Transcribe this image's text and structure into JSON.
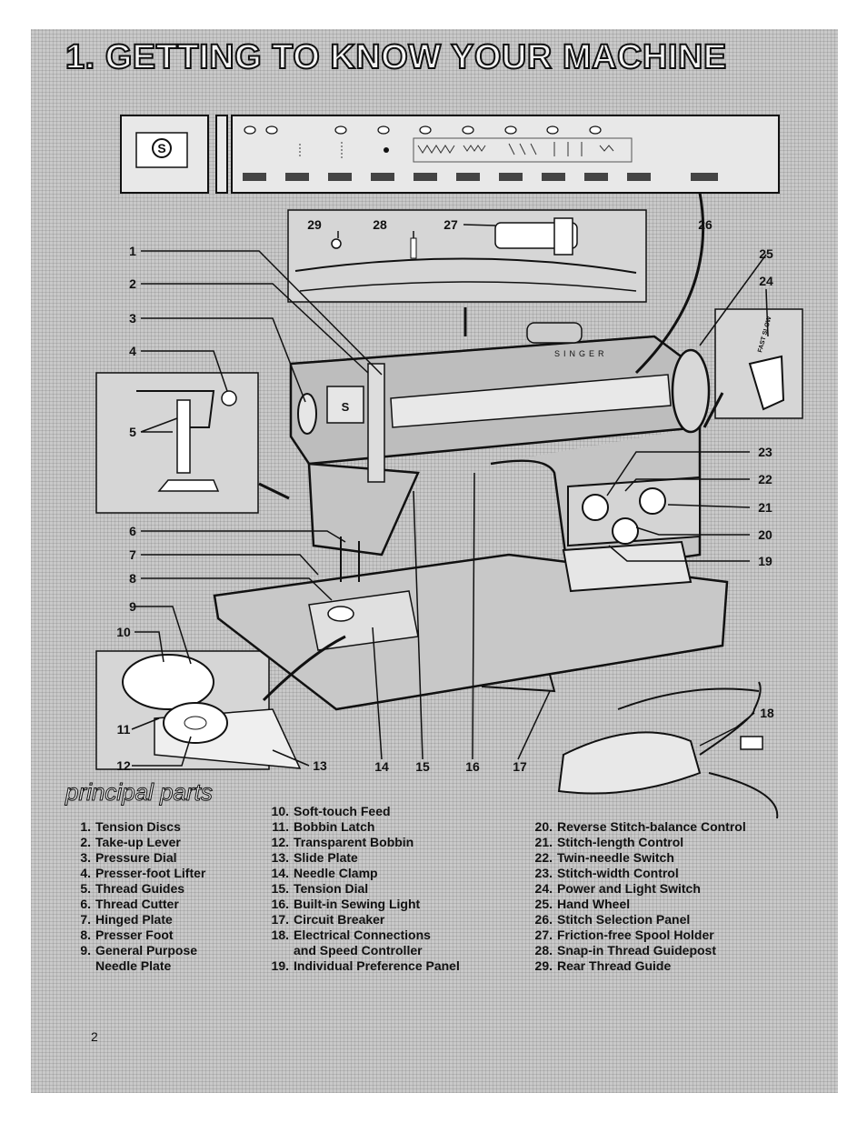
{
  "page": {
    "title": "1. GETTING TO KNOW YOUR MACHINE",
    "section_heading": "principal parts",
    "page_number": "2",
    "brand_mark": "S",
    "brand_name": "SINGER"
  },
  "callouts": [
    "1",
    "2",
    "3",
    "4",
    "5",
    "6",
    "7",
    "8",
    "9",
    "10",
    "11",
    "12",
    "13",
    "14",
    "15",
    "16",
    "17",
    "18",
    "19",
    "20",
    "21",
    "22",
    "23",
    "24",
    "25",
    "26",
    "27",
    "28",
    "29"
  ],
  "switch_label": "FAST SLOW",
  "parts": {
    "col1": [
      {
        "num": "1.",
        "text": "Tension Discs"
      },
      {
        "num": "2.",
        "text": "Take-up Lever"
      },
      {
        "num": "3.",
        "text": "Pressure Dial"
      },
      {
        "num": "4.",
        "text": "Presser-foot Lifter"
      },
      {
        "num": "5.",
        "text": "Thread Guides"
      },
      {
        "num": "6.",
        "text": "Thread Cutter"
      },
      {
        "num": "7.",
        "text": "Hinged Plate"
      },
      {
        "num": "8.",
        "text": "Presser Foot"
      },
      {
        "num": "9.",
        "text": "General Purpose"
      },
      {
        "num": "",
        "text": "Needle Plate"
      }
    ],
    "col2": [
      {
        "num": "10.",
        "text": "Soft-touch Feed"
      },
      {
        "num": "11.",
        "text": "Bobbin Latch"
      },
      {
        "num": "12.",
        "text": "Transparent Bobbin"
      },
      {
        "num": "13.",
        "text": "Slide Plate"
      },
      {
        "num": "14.",
        "text": "Needle Clamp"
      },
      {
        "num": "15.",
        "text": "Tension Dial"
      },
      {
        "num": "16.",
        "text": "Built-in Sewing Light"
      },
      {
        "num": "17.",
        "text": "Circuit Breaker"
      },
      {
        "num": "18.",
        "text": "Electrical Connections"
      },
      {
        "num": "",
        "text": "and Speed Controller"
      },
      {
        "num": "19.",
        "text": "Individual Preference Panel"
      }
    ],
    "col3": [
      {
        "num": "20.",
        "text": "Reverse Stitch-balance Control"
      },
      {
        "num": "21.",
        "text": "Stitch-length Control"
      },
      {
        "num": "22.",
        "text": "Twin-needle Switch"
      },
      {
        "num": "23.",
        "text": "Stitch-width Control"
      },
      {
        "num": "24.",
        "text": "Power and Light Switch"
      },
      {
        "num": "25.",
        "text": "Hand Wheel"
      },
      {
        "num": "26.",
        "text": "Stitch Selection Panel"
      },
      {
        "num": "27.",
        "text": "Friction-free Spool Holder"
      },
      {
        "num": "28.",
        "text": "Snap-in Thread Guidepost"
      },
      {
        "num": "29.",
        "text": "Rear Thread Guide"
      }
    ]
  }
}
